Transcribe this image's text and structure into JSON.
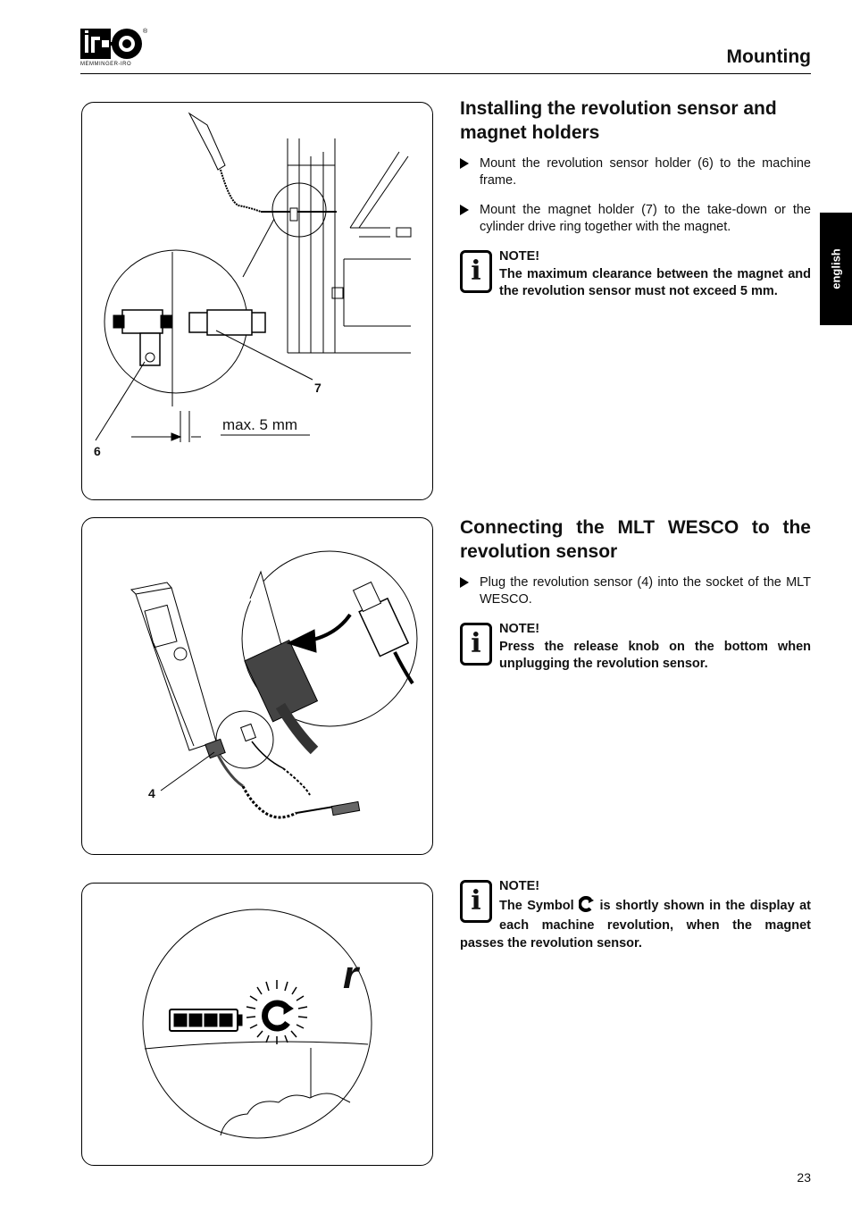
{
  "header": {
    "logo_text": "MEMMINGER-IRO",
    "section_title": "Mounting"
  },
  "language_tab": "english",
  "section1": {
    "title": "Installing the revolution sensor and magnet holders",
    "bullets": [
      "Mount the revolution sensor holder (6) to the machine frame.",
      "Mount the magnet holder (7) to the take-down or the cylinder drive ring together with the magnet."
    ],
    "note_label": "NOTE!",
    "note_text": "The maximum clearance between the magnet and the revolution sensor must not exceed 5 mm."
  },
  "figure1": {
    "callout_7": "7",
    "callout_6": "6",
    "dimension_label": "max. 5 mm"
  },
  "section2": {
    "title": "Connecting the MLT WESCO to the revolution sensor",
    "bullets": [
      "Plug the revolution sensor (4) into the socket of the MLT WESCO."
    ],
    "note_label": "NOTE!",
    "note_text": "Press the release knob on the bottom when unplugging the revolution sensor."
  },
  "figure2": {
    "callout_4": "4"
  },
  "section3": {
    "note_label": "NOTE!",
    "note_text_before": "The Symbol",
    "note_text_after": "is shortly shown in the display at each machine revolution, when the magnet passes the revolution sensor."
  },
  "figure3": {
    "display_glyph": "r"
  },
  "footer": {
    "page_number": "23"
  }
}
